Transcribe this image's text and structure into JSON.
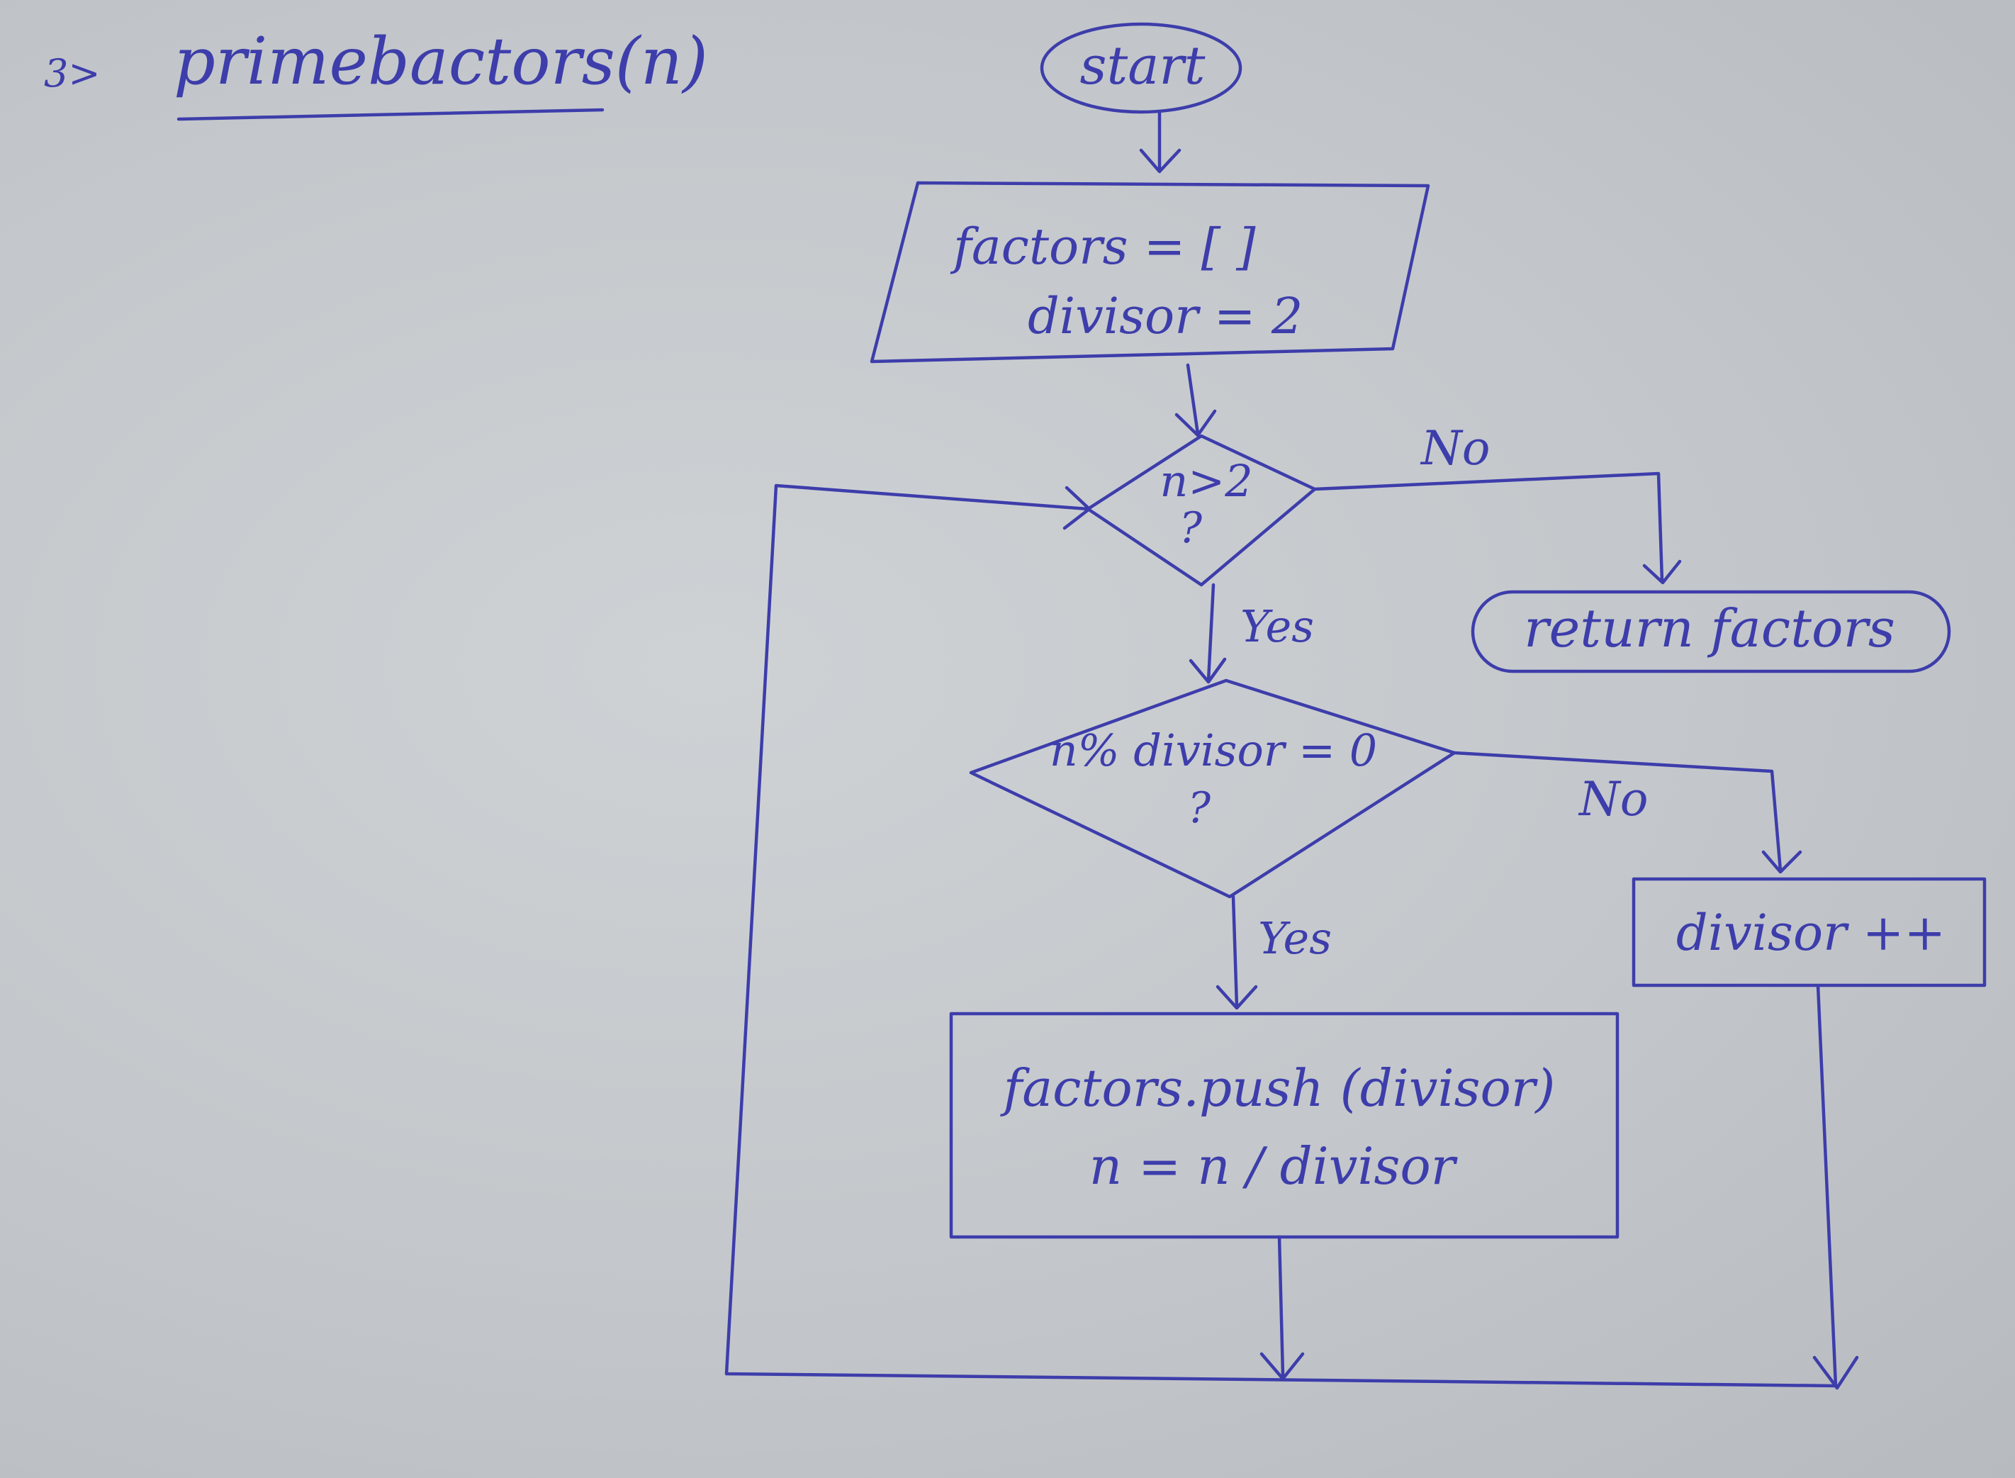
{
  "heading": {
    "number": "3>",
    "title": "primebactors(n)"
  },
  "nodes": {
    "start": {
      "label": "start"
    },
    "init": {
      "line1": "factors = [ ]",
      "line2": "divisor = 2"
    },
    "cond_n": {
      "line1": "n>2",
      "line2": "?"
    },
    "cond_div": {
      "line1": "n% divisor = 0",
      "line2": "?"
    },
    "ret": {
      "label": "return factors"
    },
    "inc": {
      "label": "divisor ++"
    },
    "push": {
      "line1": "factors.push (divisor)",
      "line2": "n = n / divisor"
    }
  },
  "edge_labels": {
    "cond_n_no": "No",
    "cond_n_yes": "Yes",
    "cond_div_no": "No",
    "cond_div_yes": "Yes"
  },
  "colors": {
    "ink": "#3d3dab",
    "paper": "#c8ccd0"
  }
}
